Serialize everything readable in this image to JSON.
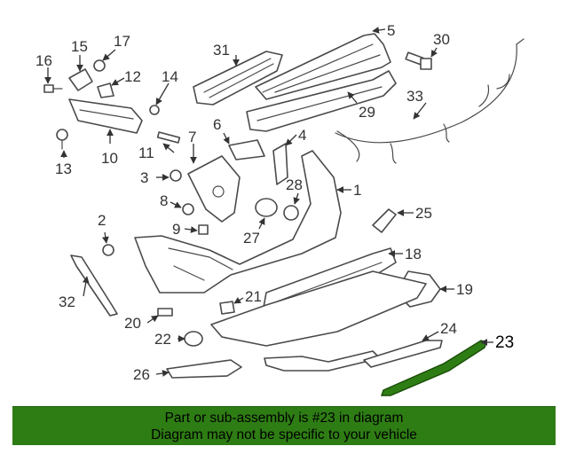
{
  "diagram": {
    "callouts": [
      "1",
      "2",
      "3",
      "4",
      "5",
      "6",
      "7",
      "8",
      "9",
      "10",
      "11",
      "12",
      "13",
      "14",
      "15",
      "16",
      "17",
      "18",
      "19",
      "20",
      "21",
      "22",
      "23",
      "24",
      "25",
      "26",
      "27",
      "28",
      "29",
      "30",
      "31",
      "32",
      "33"
    ],
    "highlighted_part": "23",
    "highlight_color": "#2e7d14"
  },
  "banner": {
    "line1": "Part or sub-assembly is #23 in diagram",
    "line2": "Diagram may not be specific to your vehicle",
    "background": "#2e7d14"
  }
}
